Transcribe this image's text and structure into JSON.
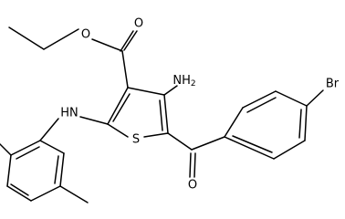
{
  "molecule": {
    "labels": {
      "o_ester_ether": "O",
      "o_ester_carbonyl": "O",
      "nh2_n": "NH",
      "nh2_sub": "2",
      "nh_amine": "HN",
      "s_ring": "S",
      "o_ketone": "O",
      "br": "Br"
    }
  }
}
